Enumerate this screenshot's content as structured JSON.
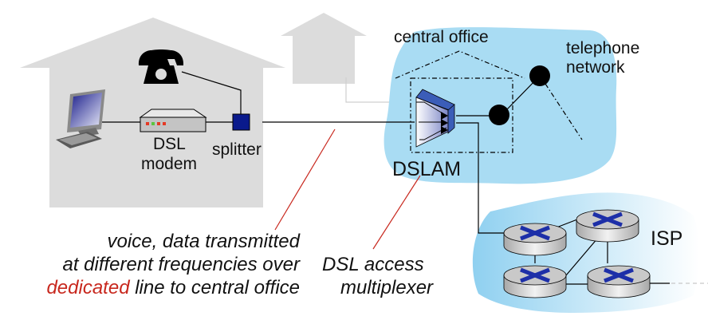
{
  "labels": {
    "central_office": "central office",
    "telephone_network_line1": "telephone",
    "telephone_network_line2": "network",
    "dsl_modem_line1": "DSL",
    "dsl_modem_line2": "modem",
    "splitter": "splitter",
    "dslam": "DSLAM",
    "isp": "ISP"
  },
  "annotations": {
    "line_note": {
      "line1": "voice, data transmitted",
      "line2": "at different frequencies over",
      "line3_highlight": "dedicated",
      "line3_rest": " line to central office"
    },
    "dslam_note": {
      "line1": "DSL access",
      "line2": "multiplexer"
    }
  },
  "icons": [
    "telephone-icon",
    "computer-icon",
    "dsl-modem-icon",
    "splitter-icon",
    "dslam-icon",
    "switch-icon",
    "router-icon"
  ],
  "colors": {
    "house": "#dcdcdc",
    "network_cloud": "#a9dcf3",
    "splitter": "#0a1a8c",
    "dslam": "#3b5db8",
    "highlight": "#c8281e"
  }
}
